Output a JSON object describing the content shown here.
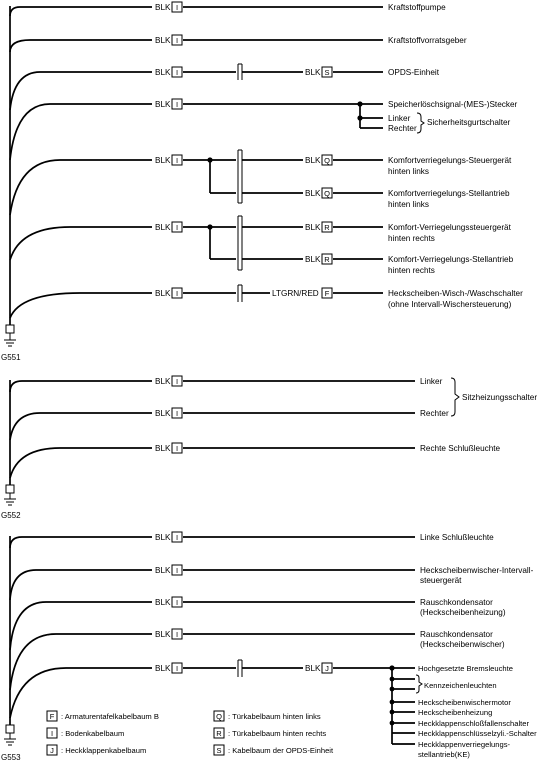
{
  "wire_color": "BLK",
  "connectors": {
    "I": "I",
    "S": "S",
    "Q": "Q",
    "R": "R",
    "F": "F",
    "J": "J"
  },
  "grounds": {
    "g551": "G551",
    "g552": "G552",
    "g553": "G553"
  },
  "group1": {
    "kraftstoffpumpe": "Kraftstoffpumpe",
    "vorratsgeber": "Kraftstoffvorratsgeber",
    "opds": "OPDS-Einheit",
    "speicher": "Speicherlöschsignal-(MES-)Stecker",
    "linker": "Linker",
    "rechter": "Rechter",
    "gurtschalter": "Sicherheitsgurtschalter",
    "q1_a": "Komfortverriegelungs-Steuergerät",
    "q1_b": "hinten links",
    "q2_a": "Komfortverriegelungs-Stellantrieb",
    "q2_b": "hinten links",
    "r1_a": "Komfort-Verriegelungssteuergerät",
    "r1_b": "hinten rechts",
    "r2_a": "Komfort-Verriegelungs-Stellantrieb",
    "r2_b": "hinten rechts",
    "ltgrn_red": "LTGRN/RED",
    "wisch_a": "Heckscheiben-Wisch-/Waschschalter",
    "wisch_b": "(ohne Intervall-Wischersteuerung)"
  },
  "group2": {
    "linker": "Linker",
    "rechter": "Rechter",
    "sitzheizung": "Sitzheizungsschalter",
    "schluss": "Rechte Schlußleuchte"
  },
  "group3": {
    "linke_schluss": "Linke Schlußleuchte",
    "intervall_a": "Heckscheibenwischer-Intervall-",
    "intervall_b": "steuergerät",
    "rausch1_a": "Rauschkondensator",
    "rausch1_b": "(Heckscheibenheizung)",
    "rausch2_a": "Rauschkondensator",
    "rausch2_b": "(Heckscheibenwischer)",
    "bremsleuchte": "Hochgesetzte Bremsleuchte",
    "kennzeichen": "Kennzeichenleuchten",
    "motor": "Heckscheibenwischermotor",
    "heizung": "Heckscheibenheizung",
    "schloss": "Heckklappenschloßfallenschalter",
    "zylinder": "Heckklappenschlüsselzyli.-Schalter",
    "verriegel_a": "Heckklappenverriegelungs-",
    "verriegel_b": "stellantrieb(KE)"
  },
  "legend": {
    "f": ": Armaturentafelkabelbaum B",
    "i": ": Bodenkabelbaum",
    "j": ": Heckklappenkabelbaum",
    "q": ": Türkabelbaum hinten links",
    "r": ": Türkabelbaum hinten rechts",
    "s": ": Kabelbaum der OPDS-Einheit"
  }
}
